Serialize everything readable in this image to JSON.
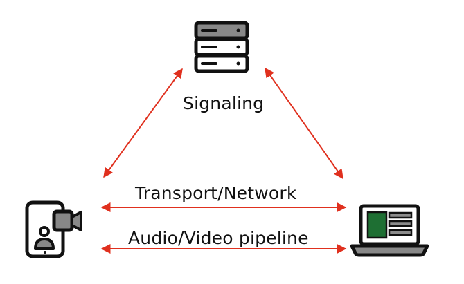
{
  "labels": {
    "signaling": "Signaling",
    "transport": "Transport/Network",
    "pipeline": "Audio/Video pipeline"
  },
  "icons": {
    "server": "server-stack-icon",
    "phone": "smartphone-video-call-icon",
    "laptop": "laptop-icon"
  },
  "colors": {
    "arrow": "#e0301e",
    "ink": "#111111",
    "screen_green": "#1e6f33",
    "panel_gray": "#8c8c8c",
    "icon_gray": "#888888"
  }
}
